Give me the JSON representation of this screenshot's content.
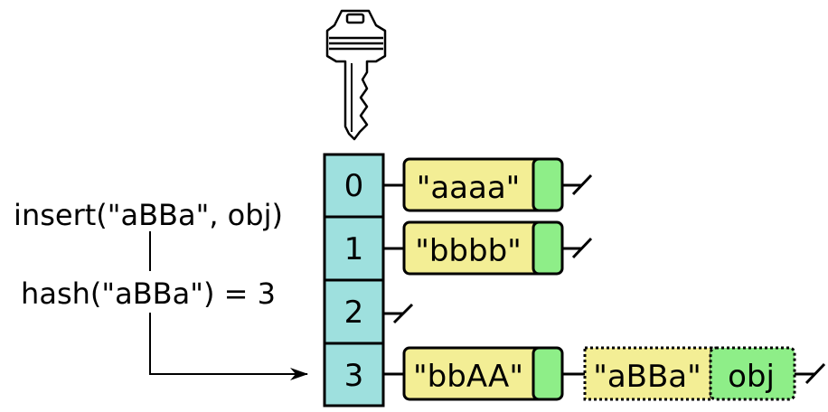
{
  "colors": {
    "bucket_fill": "#9ee0de",
    "key_fill": "#f3ee95",
    "value_fill": "#8eee88",
    "stroke": "#000000"
  },
  "key_icon": "key-icon",
  "operation": {
    "call": "insert(\"aBBa\", obj)",
    "hash": "hash(\"aBBa\") = 3"
  },
  "buckets": [
    "0",
    "1",
    "2",
    "3"
  ],
  "chains": {
    "bucket0": {
      "key": "\"aaaa\""
    },
    "bucket1": {
      "key": "\"bbbb\""
    },
    "bucket3": {
      "key": "\"bbAA\""
    },
    "new_entry": {
      "key": "\"aBBa\"",
      "value": "obj"
    }
  }
}
